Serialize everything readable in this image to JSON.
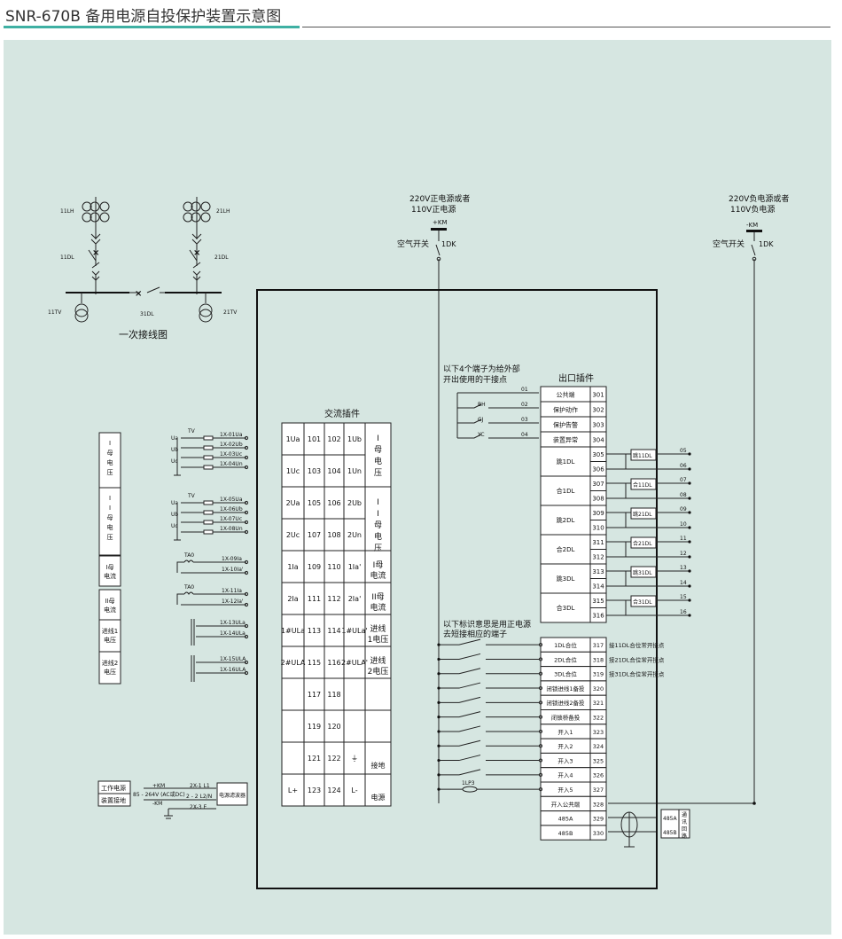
{
  "title": "SNR-670B 备用电源自投保护装置示意图",
  "colors": {
    "accent": "#3fb0a3",
    "panel": "#d6e6e1",
    "line": "#222222"
  },
  "primary": {
    "caption": "一次接线图",
    "lh1": "11LH",
    "lh2": "21LH",
    "dl1": "11DL",
    "dl2": "21DL",
    "dl3": "31DL",
    "tv1": "11TV",
    "tv2": "21TV"
  },
  "power": {
    "pos_label1": "220V正电源或者",
    "pos_label2": "110V正电源",
    "pos_km": "+KM",
    "neg_label1": "220V负电源或者",
    "neg_label2": "110V负电源",
    "neg_km": "-KM",
    "switch": "空气开关",
    "dk": "1DK"
  },
  "ac_table": {
    "title": "交流插件",
    "rows": [
      [
        "1Ua",
        "101",
        "102",
        "1Ub"
      ],
      [
        "1Uc",
        "103",
        "104",
        "1Un"
      ],
      [
        "2Ua",
        "105",
        "106",
        "2Ub"
      ],
      [
        "2Uc",
        "107",
        "108",
        "2Un"
      ],
      [
        "1Ia",
        "109",
        "110",
        "1Ia'"
      ],
      [
        "2Ia",
        "111",
        "112",
        "2Ia'"
      ],
      [
        "1#ULa",
        "113",
        "114",
        "1#ULa'"
      ],
      [
        "2#ULA",
        "115",
        "116",
        "2#ULA'"
      ],
      [
        "",
        "117",
        "118",
        ""
      ],
      [
        "",
        "119",
        "120",
        ""
      ],
      [
        "",
        "121",
        "122",
        "⏚"
      ],
      [
        "L+",
        "123",
        "124",
        "L-"
      ]
    ],
    "groups": [
      "I母电压",
      "II母电压",
      "I母电流",
      "II母电流",
      "进线1电压",
      "进线2电压",
      "接地",
      "电源"
    ]
  },
  "left_panel": {
    "sections": [
      "I母电压",
      "II母电压",
      "I母电流",
      "II母电流",
      "进线1电压",
      "进线2电压"
    ],
    "tv": "TV",
    "ta": "TA0",
    "ua": "Ua",
    "ub": "Ub",
    "uc": "Uc",
    "bus1": [
      "1X-01Ua",
      "1X-02Ub",
      "1X-03Uc",
      "1X-04Un"
    ],
    "bus2": [
      "1X-05Ua",
      "1X-06Ub",
      "1X-07Uc",
      "1X-08Un"
    ],
    "cur1": [
      "1X-09Ia",
      "1X-10Ia'"
    ],
    "cur2": [
      "1X-11Ia",
      "1X-12Ia'"
    ],
    "line1": [
      "1X-13ULa",
      "1X-14ULa"
    ],
    "line2": [
      "1X-15ULA",
      "1X-16ULA"
    ]
  },
  "power_supply": {
    "work": "工作电源",
    "ground": "装置接地",
    "km_pos": "+KM",
    "km_neg": "-KM",
    "voltage": "85 - 264V (AC或DC)",
    "x1": "2X-1  L1",
    "x2": "2 - 2  L2/N",
    "x3": "2X-3  E",
    "filter": "电源滤波器"
  },
  "dry_contacts": {
    "note1": "以下4个端子为给外部",
    "note2": "开出使用的干接点",
    "terms": [
      "01",
      "02",
      "03",
      "04"
    ],
    "labels": [
      "BH",
      "GJ",
      "YC"
    ]
  },
  "out_plugin": {
    "title": "出口插件",
    "rows": [
      {
        "name": "公共端",
        "term": "301"
      },
      {
        "name": "保护动作",
        "term": "302"
      },
      {
        "name": "保护告警",
        "term": "303"
      },
      {
        "name": "装置异常",
        "term": "304"
      }
    ],
    "trips": [
      {
        "name": "跳1DL",
        "t1": "305",
        "t2": "306",
        "relay": "跳11DL",
        "o1": "05",
        "o2": "06"
      },
      {
        "name": "合1DL",
        "t1": "307",
        "t2": "308",
        "relay": "合11DL",
        "o1": "07",
        "o2": "08"
      },
      {
        "name": "跳2DL",
        "t1": "309",
        "t2": "310",
        "relay": "跳21DL",
        "o1": "09",
        "o2": "10"
      },
      {
        "name": "合2DL",
        "t1": "311",
        "t2": "312",
        "relay": "合21DL",
        "o1": "11",
        "o2": "12"
      },
      {
        "name": "跳3DL",
        "t1": "313",
        "t2": "314",
        "relay": "跳31DL",
        "o1": "13",
        "o2": "14"
      },
      {
        "name": "合3DL",
        "t1": "315",
        "t2": "316",
        "relay": "合31DL",
        "o1": "15",
        "o2": "16"
      }
    ]
  },
  "inputs": {
    "note1": "以下标识意思是用正电源",
    "note2": "去短接相应的端子",
    "rows": [
      {
        "name": "1DL合位",
        "term": "317",
        "desc": "接11DL合位常开接点"
      },
      {
        "name": "2DL合位",
        "term": "318",
        "desc": "接21DL合位常开接点"
      },
      {
        "name": "3DL合位",
        "term": "319",
        "desc": "接31DL合位常开接点"
      },
      {
        "name": "闭锁进线1备投",
        "term": "320",
        "desc": ""
      },
      {
        "name": "闭锁进线2备投",
        "term": "321",
        "desc": ""
      },
      {
        "name": "闭锁桥备投",
        "term": "322",
        "desc": ""
      },
      {
        "name": "开入1",
        "term": "323",
        "desc": ""
      },
      {
        "name": "开入2",
        "term": "324",
        "desc": ""
      },
      {
        "name": "开入3",
        "term": "325",
        "desc": ""
      },
      {
        "name": "开入4",
        "term": "326",
        "desc": ""
      },
      {
        "name": "开入5",
        "term": "327",
        "desc": ""
      },
      {
        "name": "开入公共端",
        "term": "328",
        "desc": ""
      },
      {
        "name": "485A",
        "term": "329",
        "desc": ""
      },
      {
        "name": "485B",
        "term": "330",
        "desc": ""
      }
    ],
    "lp": "1LP3"
  },
  "comm": {
    "a": "485A",
    "b": "485B",
    "label": "通讯回路"
  }
}
